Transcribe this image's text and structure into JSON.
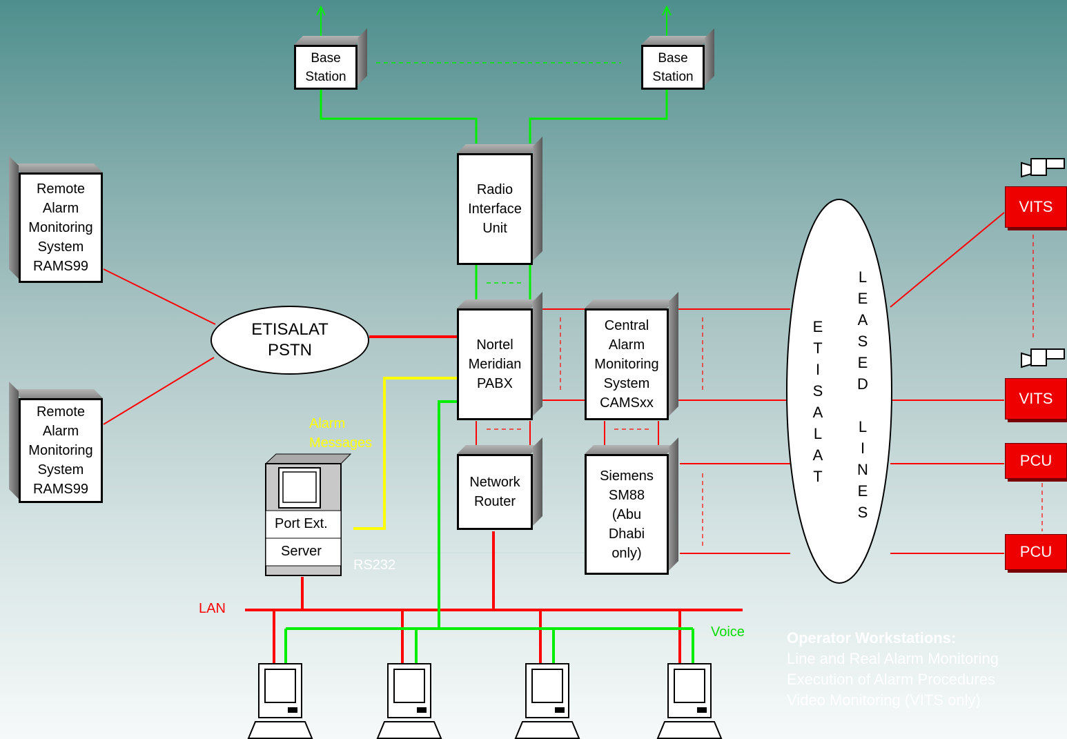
{
  "base_station_left": "Base\nStation",
  "base_station_right": "Base\nStation",
  "radio_interface": "Radio\nInterface\nUnit",
  "rams_top": "Remote\nAlarm\nMonitoring\nSystem\nRAMS99",
  "rams_bottom": "Remote\nAlarm\nMonitoring\nSystem\nRAMS99",
  "pstn": "ETISALAT\nPSTN",
  "pabx": "Nortel\nMeridian\nPABX",
  "cams": "Central\nAlarm\nMonitoring\nSystem\nCAMSxx",
  "router": "Network\nRouter",
  "siemens": "Siemens\nSM88\n(Abu\nDhabi\nonly)",
  "port_ext": "Port Ext.",
  "server": "Server",
  "alarm_messages": "Alarm\nMessages",
  "rs232": "RS232",
  "lan": "LAN",
  "voice": "Voice",
  "etisalat_vertical": "E\nT\nI\nS\nA\nL\nA\nT",
  "leased_lines_vertical": "L\nE\nA\nS\nE\nD\n\nL\nI\nN\nE\nS",
  "vits_1": "VITS",
  "vits_2": "VITS",
  "pcu_1": "PCU",
  "pcu_2": "PCU",
  "workstations": {
    "title": "Operator Workstations:",
    "lines": [
      "Line and Real Alarm Monitoring",
      "Execution of Alarm Procedures",
      "Video Monitoring (VITS only)"
    ]
  },
  "colors": {
    "red": "#ff0000",
    "green": "#00e000",
    "yellow": "#ffff00"
  }
}
